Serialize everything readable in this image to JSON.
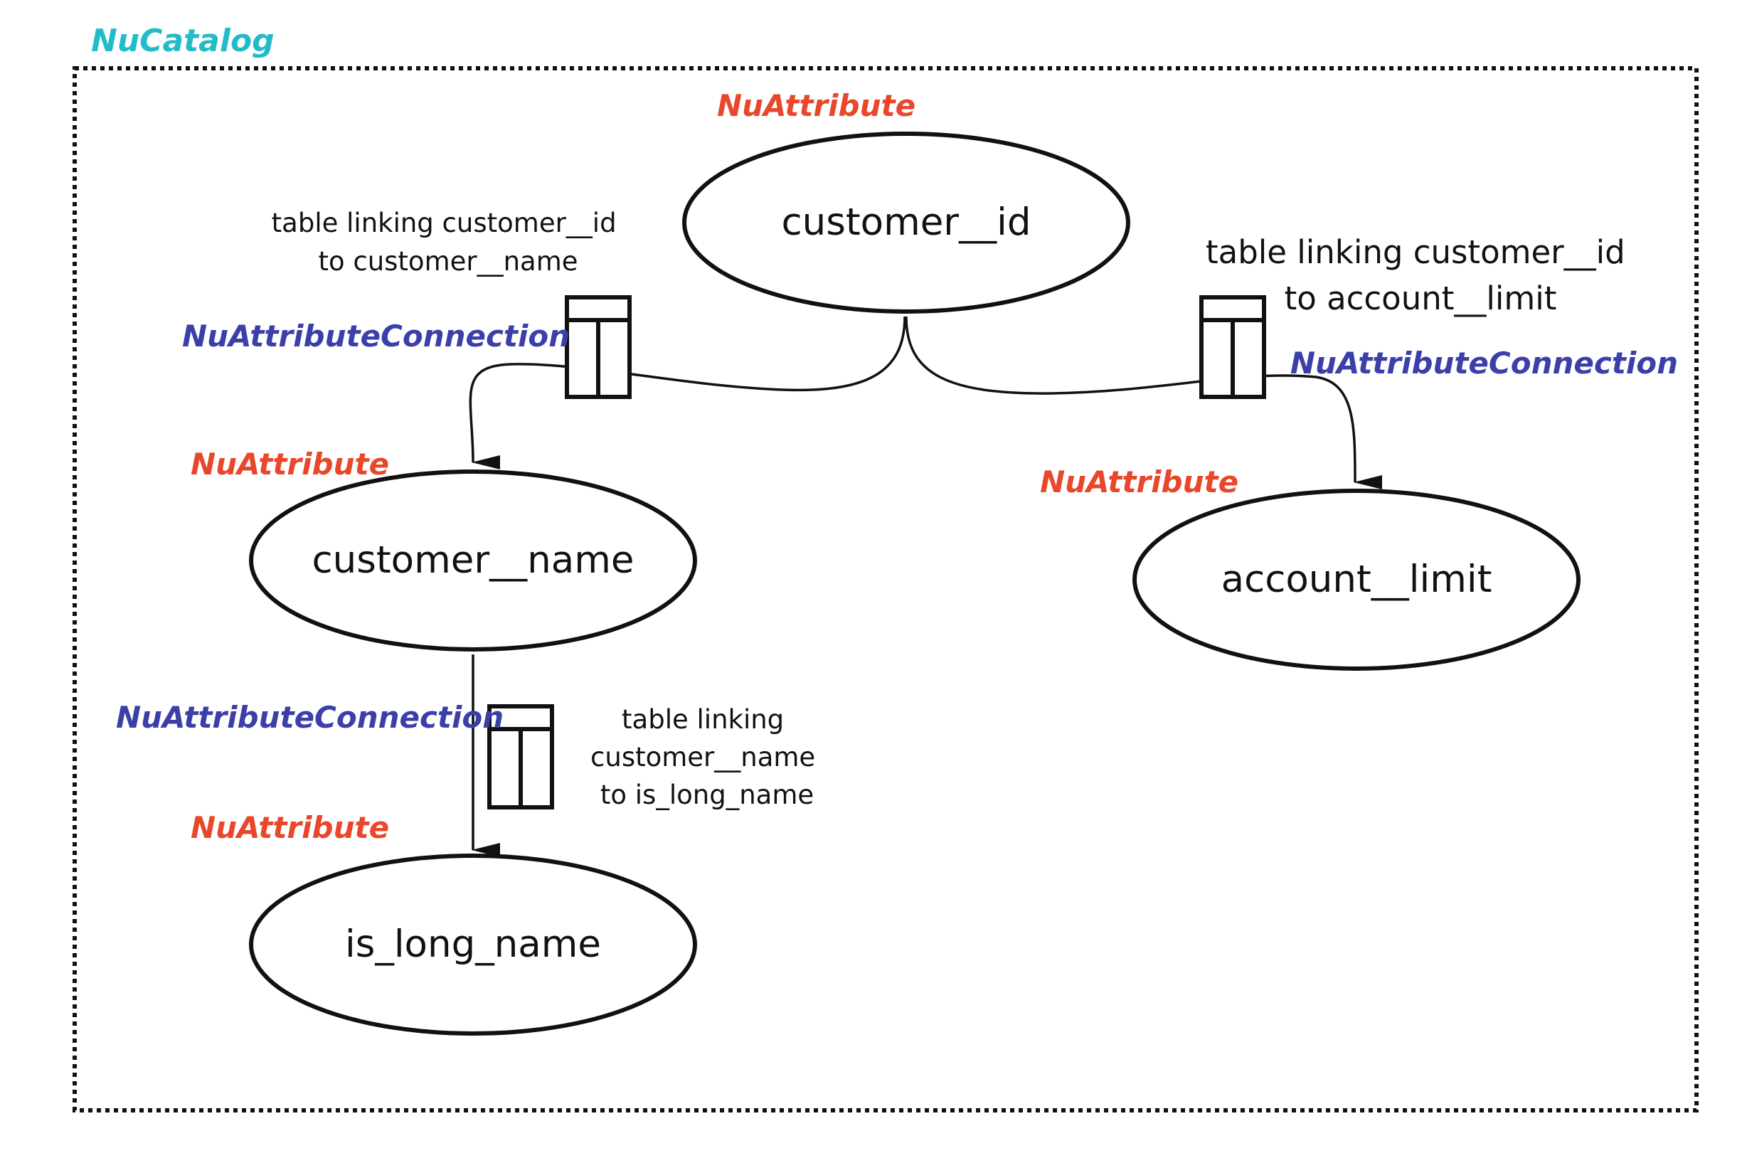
{
  "catalog": {
    "label": "NuCatalog",
    "color": "#22bcc8"
  },
  "type_colors": {
    "attribute": "#e8472b",
    "connection": "#3b3fa8"
  },
  "nodes": {
    "customer_id": {
      "type_label": "NuAttribute",
      "label": "customer__id"
    },
    "customer_name": {
      "type_label": "NuAttribute",
      "label": "customer__name"
    },
    "account_limit": {
      "type_label": "NuAttribute",
      "label": "account__limit"
    },
    "is_long_name": {
      "type_label": "NuAttribute",
      "label": "is_long_name"
    }
  },
  "connections": {
    "id_to_name": {
      "type_label": "NuAttributeConnection",
      "description": [
        "table linking customer__id",
        "to customer__name"
      ]
    },
    "id_to_limit": {
      "type_label": "NuAttributeConnection",
      "description": [
        "table linking customer__id",
        "to account__limit"
      ]
    },
    "name_to_long": {
      "type_label": "NuAttributeConnection",
      "description": [
        "table linking",
        "customer__name",
        "to is_long_name"
      ]
    }
  },
  "icons": {
    "table": "table-icon",
    "arrow": "arrow-head-icon"
  }
}
